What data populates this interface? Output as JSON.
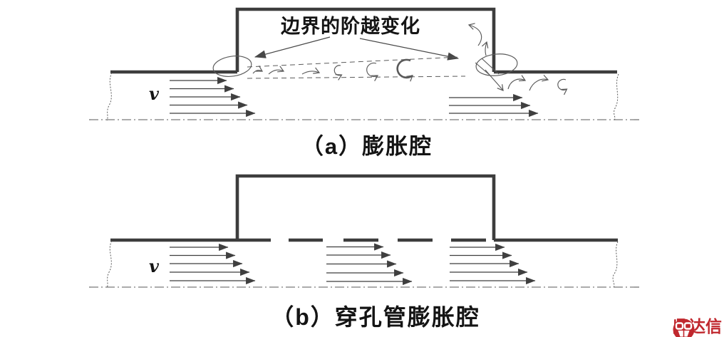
{
  "figure": {
    "boundary_label": "边界的阶越变化",
    "velocity_symbol": "v",
    "caption_a": "（a）膨胀腔",
    "caption_b": "（b）穿孔管膨胀腔"
  },
  "watermark": {
    "text": "鼎达信",
    "icon": "dingdaxin-emblem-icon"
  },
  "colors": {
    "ink": "#3d3d3d",
    "thin": "#5a5a5a",
    "text": "#141414",
    "brand": "#c0282e",
    "bg": "#ffffff"
  }
}
